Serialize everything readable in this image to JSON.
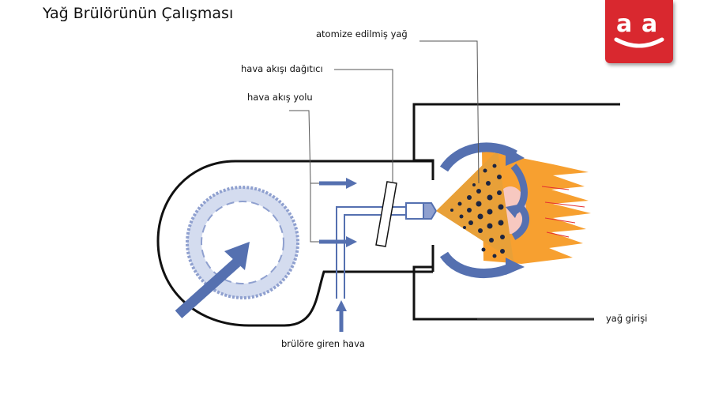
{
  "title": "Yağ Brülörünün Çalışması",
  "labels": {
    "atomized_oil": "atomize edilmiş yağ",
    "air_flow_distributor": "hava akışı dağıtıcı",
    "air_flow_path": "hava akış yolu",
    "air_entering_burner": "brülöre giren hava",
    "oil_inlet": "yağ girişi"
  },
  "logo": {
    "text": "a a",
    "color": "#d9282f"
  },
  "colors": {
    "arrow_blue": "#5570b0",
    "flame_orange": "#f7a030",
    "nozzle_orange": "#e8a038",
    "fan_ring": "#d4dcef",
    "outline": "#111111",
    "leader_line": "#555555"
  }
}
